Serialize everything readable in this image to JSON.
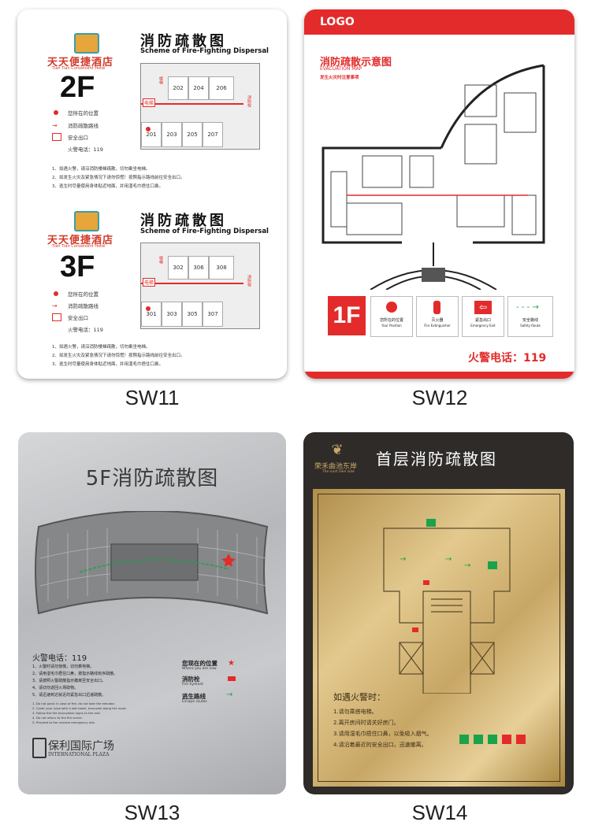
{
  "sw11": {
    "hotel_name": "天天便捷酒店",
    "hotel_name_en": "Tian Tian Convenient Hotel",
    "sections": [
      {
        "floor": "2F",
        "title": "消防疏散图",
        "subtitle": "Scheme of Fire-Fighting Dispersal",
        "rooms_top": [
          "202",
          "204",
          "206"
        ],
        "rooms_bottom": [
          "201",
          "203",
          "205",
          "207"
        ],
        "plan_labels": [
          "电梯",
          "楼梯",
          "消防栓"
        ],
        "legend": [
          "您所在的位置",
          "消防疏散路线",
          "安全出口",
          "火警电话：119"
        ],
        "notes": [
          "1、如遇火警，请沿消防楼梯疏散，切勿乘坐电梯。",
          "2、如发生火灾及紧急情况下请勿惊慌！按照指示路线前往安全出口。",
          "3、逃生时尽量使用身体贴近地面，并用湿毛巾捂住口鼻。"
        ]
      },
      {
        "floor": "3F",
        "title": "消防疏散图",
        "subtitle": "Scheme of Fire-Fighting Dispersal",
        "rooms_top": [
          "302",
          "306",
          "308"
        ],
        "rooms_bottom": [
          "301",
          "303",
          "305",
          "307"
        ],
        "plan_labels": [
          "电梯",
          "楼梯",
          "消防栓"
        ],
        "legend": [
          "您所在的位置",
          "消防疏散路线",
          "安全出口",
          "火警电话：119"
        ],
        "notes": [
          "1、如遇火警，请沿消防楼梯疏散，切勿乘坐电梯。",
          "2、如发生火灾及紧急情况下请勿惊慌！按照指示路线前往安全出口。",
          "3、逃生时尽量使用身体贴近地面，并用湿毛巾捂住口鼻。"
        ]
      }
    ],
    "caption": "SW11"
  },
  "sw12": {
    "logo": "LOGO",
    "title": "消防疏散示意图",
    "title_en": "EVACUATION MAP",
    "notice_title": "发生火灾时注意事项",
    "floor": "1F",
    "legend": [
      {
        "cn": "您所在的位置",
        "en": "Your Position"
      },
      {
        "cn": "灭火器",
        "en": "Fire Extinguisher"
      },
      {
        "cn": "紧急出口",
        "en": "Emergency Exit"
      },
      {
        "cn": "安全路线",
        "en": "Safety Route"
      }
    ],
    "phone": "火警电话：119",
    "caption": "SW12"
  },
  "sw13": {
    "title": "5F消防疏散图",
    "phone": "火警电话：119",
    "notes": [
      "1、火警时请勿惊慌，切勿乘电梯。",
      "2、请用湿毛巾捂住口鼻，按指示路线有序疏散。",
      "3、请按照火警疏散指示撤离至安全出口。",
      "4、请切勿返回火场取物。",
      "5、请迅速到达就近的紧急出口迅速疏散。"
    ],
    "notes_en": [
      "1. Do not panic in case of fire, do not take the elevator.",
      "2. Cover your nose with a wet towel, evacuate along the route.",
      "3. Follow the fire evacuation signs to the exit.",
      "4. Do not return to the fire scene.",
      "5. Proceed to the nearest emergency exit."
    ],
    "legend": [
      {
        "cn": "您现在的位置",
        "en": "Where you are now"
      },
      {
        "cn": "消防栓",
        "en": "Fire hydrant"
      },
      {
        "cn": "逃生路线",
        "en": "Escape routes"
      }
    ],
    "brand_cn": "保利国际广场",
    "brand_en": "INTERNATIONAL PLAZA",
    "caption": "SW13"
  },
  "sw14": {
    "brand_cn": "荣禾曲池东岸",
    "brand_en": "The east lake side",
    "title": "首层消防疏散图",
    "instructions_title": "如遇火警时：",
    "instructions": [
      "1.请勿乘搭电梯。",
      "2.离开房间时请关好房门。",
      "3.请用湿毛巾捂住口鼻，以免吸入烟气。",
      "4.请沿着最近的安全出口，迅速撤离。"
    ],
    "caption": "SW14"
  },
  "colors": {
    "red": "#e32b2b",
    "gold": "#c9a868",
    "dark": "#2e2b29",
    "exit_green": "#1aa34a",
    "cyan_logo": "#3a9ea6"
  }
}
